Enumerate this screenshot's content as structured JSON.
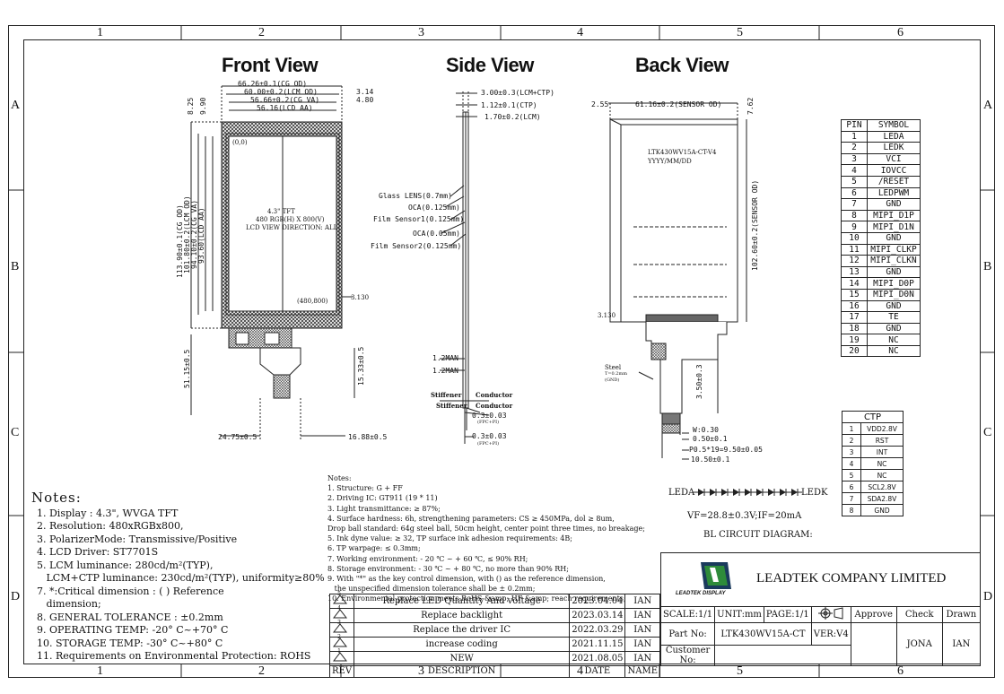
{
  "zones": {
    "columns": [
      "1",
      "2",
      "3",
      "4",
      "5",
      "6"
    ],
    "rows": [
      "A",
      "B",
      "C",
      "D"
    ]
  },
  "views": {
    "front": "Front View",
    "side": "Side View",
    "back": "Back View"
  },
  "front": {
    "dims_top": [
      "66.26±0.1(CG OD)",
      "60.00±0.2(LCM OD)",
      "56.66±0.2(CG VA)",
      "56.16(LCD AA)"
    ],
    "dims_top_right": [
      "3.14",
      "4.80"
    ],
    "dims_left_top": [
      "8.25",
      "9.90"
    ],
    "dims_left": [
      "113.90±0.1(CG OD)",
      "101.80±0.2(LCM OD)",
      "94.10±0.2(CG VA)",
      "93.60(LCD AA)"
    ],
    "dim_fpc_len": "51.15±0.5",
    "dim_fpc_right": "15.33±0.5",
    "dim_bottom_left": "24.75±0.5",
    "dim_bottom_right": "16.88±0.5",
    "dim_side_small": "3.130",
    "origin": "(0,0)",
    "end": "(480,800)",
    "center_lines": [
      "4.3\" TFT",
      "480 RGB(H) X 800(V)",
      "LCD VIEW DIRECTION: ALL"
    ]
  },
  "side": {
    "dims_top": [
      "3.00±0.3(LCM+CTP)",
      "1.12±0.1(CTP)",
      "1.70±0.2(LCM)"
    ],
    "layers": [
      "Glass LENS(0.7mm)",
      "OCA(0.125mm)",
      "Film Sensor1(0.125mm)",
      "OCA(0.05mm)",
      "Film Sensor2(0.125mm)"
    ],
    "dims_fpc": [
      "1.2MAN",
      "1.2MAN"
    ],
    "stiffener_labels": [
      "Stiffener",
      "Conductor",
      "Stiffener",
      "Conductor"
    ],
    "fpc_thick": [
      "0.3±0.03",
      "0.3±0.03"
    ],
    "fpc_notes": [
      "(FPC+PI)",
      "(FPC+PI)"
    ]
  },
  "back": {
    "dim_top_left": "2.55",
    "dim_top": "61.16±0.2(SENSOR OD)",
    "dim_top_right": "7.62",
    "dim_right": "102.60±0.2(SENSOR OD)",
    "dim_left_small": "3.130",
    "label_line1": "LTK430WV15A-CT-V4",
    "label_line2": "YYYY/MM/DD",
    "steel": "Steel",
    "steel_t": "T=0.2mm",
    "steel_gnd": "(GND)",
    "dim_fpc": "3.50±0.3",
    "pad_dims": [
      "W:0.30",
      "0.50±0.1",
      "P0.5*19=9.50±0.05",
      "10.50±0.1"
    ]
  },
  "pin_table": {
    "headers": [
      "PIN",
      "SYMBOL"
    ],
    "rows": [
      [
        "1",
        "LEDA"
      ],
      [
        "2",
        "LEDK"
      ],
      [
        "3",
        "VCI"
      ],
      [
        "4",
        "IOVCC"
      ],
      [
        "5",
        "/RESET"
      ],
      [
        "6",
        "LEDPWM"
      ],
      [
        "7",
        "GND"
      ],
      [
        "8",
        "MIPI_D1P"
      ],
      [
        "9",
        "MIPI_D1N"
      ],
      [
        "10",
        "GND"
      ],
      [
        "11",
        "MIPI_CLKP"
      ],
      [
        "12",
        "MIPI_CLKN"
      ],
      [
        "13",
        "GND"
      ],
      [
        "14",
        "MIPI_D0P"
      ],
      [
        "15",
        "MIPI_D0N"
      ],
      [
        "16",
        "GND"
      ],
      [
        "17",
        "TE"
      ],
      [
        "18",
        "GND"
      ],
      [
        "19",
        "NC"
      ],
      [
        "20",
        "NC"
      ]
    ]
  },
  "ctp_table": {
    "title": "CTP",
    "rows": [
      [
        "1",
        "VDD2.8V"
      ],
      [
        "2",
        "RST"
      ],
      [
        "3",
        "INT"
      ],
      [
        "4",
        "NC"
      ],
      [
        "5",
        "NC"
      ],
      [
        "6",
        "SCL2.8V"
      ],
      [
        "7",
        "SDA2.8V"
      ],
      [
        "8",
        "GND"
      ]
    ]
  },
  "circuit": {
    "leda": "LEDA",
    "ledk": "LEDK",
    "spec": "VF=28.8±0.3V;IF=20mA",
    "title": "BL CIRCUIT DIAGRAM:"
  },
  "notes_left": {
    "heading": "Notes:",
    "items": [
      "1. Display : 4.3\", WVGA TFT",
      "2. Resolution: 480xRGBx800,",
      "3. PolarizerMode: Transmissive/Positive",
      "4. LCD Driver: ST7701S",
      "5. LCM luminance: 280cd/m²(TYP),",
      "   LCM+CTP luminance: 230cd/m²(TYP), uniformity≥80%",
      "7. *:Critical dimension : ( ) Reference",
      "   dimension;",
      "8. GENERAL TOLERANCE : ±0.2mm",
      "9. OPERATING TEMP: -20° C~+70° C",
      "10. STORAGE TEMP: -30° C~+80° C",
      "11. Requirements on Environmental Protection: ROHS"
    ]
  },
  "notes_mid": {
    "heading": "Notes:",
    "items": [
      "1. Structure: G + FF",
      "2. Driving IC: GT911 (19 * 11)",
      "3. Light transmittance: ≥ 87%;",
      "4. Surface hardness: 6h, strengthening parameters: CS ≥ 450MPa, dol ≥ 8um,",
      "Drop ball standard: 64g steel ball, 50cm height, center point three times, no breakage;",
      "5. Ink dyne value: ≥ 32, TP surface ink adhesion requirements: 4B;",
      "6. TP warpage: ≤ 0.3mm;",
      "7. Working environment: - 20 ℃ ~ + 60 ℃, ≤ 90% RH;",
      "8. Storage environment: - 30 ℃ ~ + 80 ℃, no more than 90% RH;",
      "9. With \"*\" as the key control dimension, with () as the reference dimension,",
      "   the unspecified dimension tolerance shall be ± 0.2mm;",
      "10. Environmental protection meets RoHS &amp; HF &amp; reach requirements;"
    ]
  },
  "revisions": {
    "rows": [
      [
        "5",
        "Replace LED Quantity And voltage",
        "2023.04.04",
        "IAN"
      ],
      [
        "4",
        "Replace backlight",
        "2023.03.14",
        "IAN"
      ],
      [
        "3",
        "Replace the driver IC",
        "2022.03.29",
        "IAN"
      ],
      [
        "2",
        "increase coding",
        "2021.11.15",
        "IAN"
      ],
      [
        "1",
        "NEW",
        "2021.08.05",
        "IAN"
      ]
    ],
    "headers": [
      "REV",
      "DESCRIPTION",
      "DATE",
      "NAME"
    ]
  },
  "title_block": {
    "company": "LEADTEK COMPANY LIMITED",
    "logo_text": "LEADTEK DISPLAY",
    "scale": "SCALE:1/1",
    "unit": "UNIT:mm",
    "page": "PAGE:1/1",
    "approve": "Approve",
    "check": "Check",
    "drawn": "Drawn",
    "part_label": "Part No:",
    "part_no": "LTK430WV15A-CT",
    "ver": "VER:V4",
    "customer_label": "Customer No:",
    "checker": "JONA",
    "drawer": "IAN"
  },
  "colors": {
    "line": "#222222",
    "hatch": "#333333",
    "logo_green": "#2e8b3a",
    "logo_dark": "#1a3a5c"
  }
}
